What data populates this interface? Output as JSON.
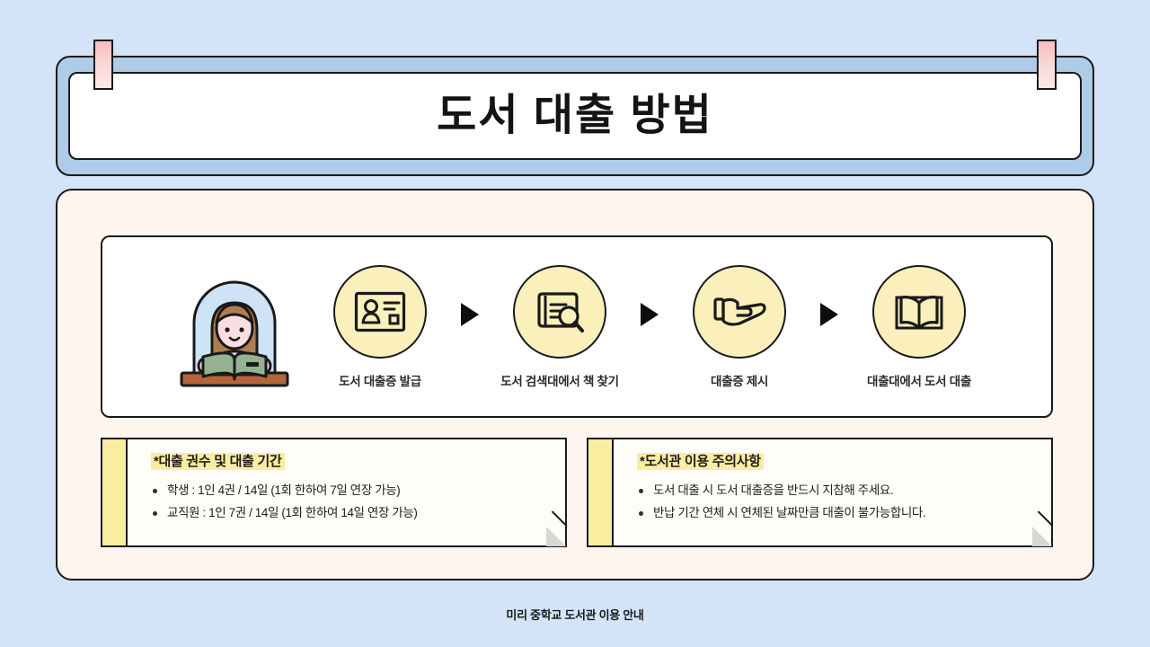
{
  "page": {
    "background_color": "#d3e4f8",
    "panel_color": "#fdf5ee",
    "accent_yellow": "#fbf0bb",
    "accent_pink": "#f7bcbc",
    "accent_blue": "#aecbe8"
  },
  "header": {
    "title": "도서 대출 방법",
    "pin_left": "pin-left",
    "pin_right": "pin-right"
  },
  "steps": {
    "hero": {
      "name": "reading-girl-illustration"
    },
    "items": [
      {
        "icon": "id-card-icon",
        "label": "도서 대출증 발급"
      },
      {
        "icon": "book-search-icon",
        "label": "도서 검색대에서 책 찾기"
      },
      {
        "icon": "open-hand-icon",
        "label": "대출증 제시"
      },
      {
        "icon": "open-book-icon",
        "label": "대출대에서 도서 대출"
      }
    ],
    "arrow": "▶"
  },
  "info_boxes": [
    {
      "title": "*대출 권수 및 대출 기간",
      "bullets": [
        "학생 : 1인 4권 / 14일 (1회 한하여 7일 연장 가능)",
        "교직원 : 1인 7권 / 14일 (1회 한하여 14일 연장 가능)"
      ]
    },
    {
      "title": "*도서관 이용 주의사항",
      "bullets": [
        "도서 대출 시 도서 대출증을 반드시 지참해 주세요.",
        "반납 기간 연체 시 연체된 날짜만큼 대출이 불가능합니다."
      ]
    }
  ],
  "footer": {
    "text": "미리 중학교 도서관 이용 안내"
  }
}
